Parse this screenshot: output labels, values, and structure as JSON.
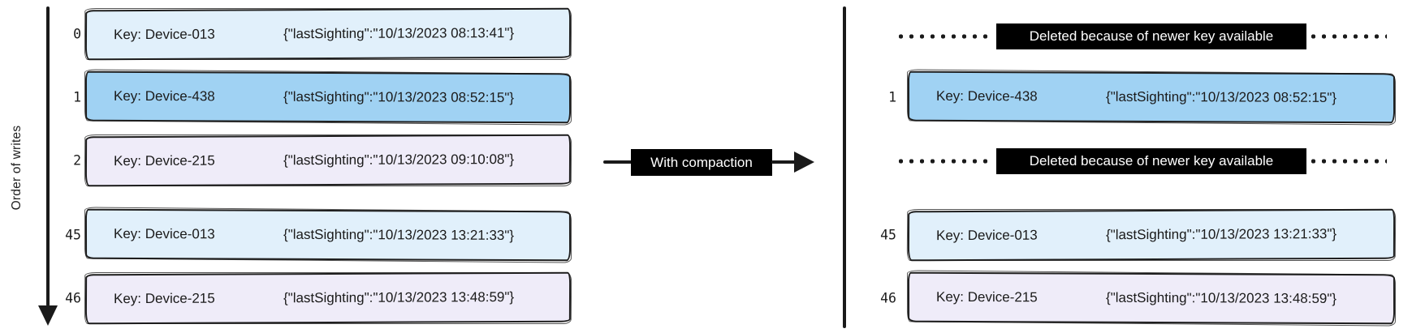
{
  "axis": {
    "label": "Order of writes"
  },
  "compaction_arrow": {
    "label": "With compaction"
  },
  "colors": {
    "light_blue": "#e1f0fb",
    "blue": "#a0d2f3",
    "lavender": "#efecf9",
    "marker_black": "#000000",
    "stroke": "#1e1e1e"
  },
  "left_log": {
    "rows": [
      {
        "index": "0",
        "key": "Key: Device-013",
        "value": "{\"lastSighting\":\"10/13/2023 08:13:41\"}",
        "color": "#e1f0fb"
      },
      {
        "index": "1",
        "key": "Key: Device-438",
        "value": "{\"lastSighting\":\"10/13/2023 08:52:15\"}",
        "color": "#a0d2f3"
      },
      {
        "index": "2",
        "key": "Key: Device-215",
        "value": "{\"lastSighting\":\"10/13/2023 09:10:08\"}",
        "color": "#efecf9"
      },
      {
        "index": "45",
        "key": "Key: Device-013",
        "value": "{\"lastSighting\":\"10/13/2023 13:21:33\"}",
        "color": "#e1f0fb"
      },
      {
        "index": "46",
        "key": "Key: Device-215",
        "value": "{\"lastSighting\":\"10/13/2023 13:48:59\"}",
        "color": "#efecf9"
      }
    ]
  },
  "right_log": {
    "deleted_a": {
      "label": "Deleted because of newer key available"
    },
    "deleted_b": {
      "label": "Deleted because of newer key available"
    },
    "rows": [
      {
        "index": "1",
        "key": "Key: Device-438",
        "value": "{\"lastSighting\":\"10/13/2023 08:52:15\"}",
        "color": "#a0d2f3"
      },
      {
        "index": "45",
        "key": "Key: Device-013",
        "value": "{\"lastSighting\":\"10/13/2023 13:21:33\"}",
        "color": "#e1f0fb"
      },
      {
        "index": "46",
        "key": "Key: Device-215",
        "value": "{\"lastSighting\":\"10/13/2023 13:48:59\"}",
        "color": "#efecf9"
      }
    ]
  }
}
